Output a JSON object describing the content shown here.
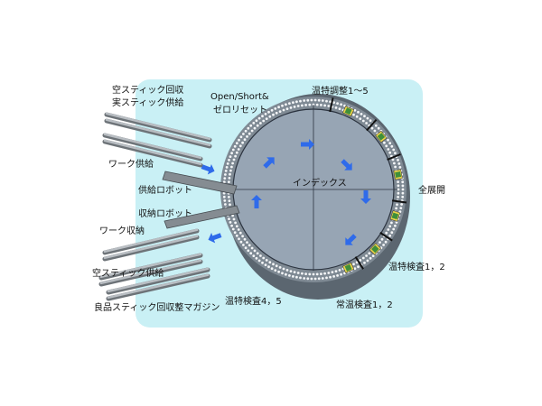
{
  "colors": {
    "panel": "#c9f0f5",
    "disk_outer": "#7f8a94",
    "disk_inner": "#97a5b4",
    "ring_dots": "#f4f6f8",
    "arrow": "#2f6bea",
    "stick_light": "#b9bec3",
    "stick_dark": "#6d7378",
    "station_green": "#3f8f3a",
    "station_yellow": "#e9d24a"
  },
  "labels": {
    "empty_stick_collect": "空スティック回収",
    "full_stick_supply": "実スティック供給",
    "open_short": "Open/Short&",
    "zero_reset": "ゼロリセット",
    "temp_adjust": "温特調整1～5",
    "work_supply": "ワーク供給",
    "supply_robot": "供給ロボット",
    "index": "インデックス",
    "all_open": "全展開",
    "collect_robot": "収納ロボット",
    "work_storage": "ワーク収納",
    "temp_inspect_12": "温特検査1，2",
    "empty_stick_supply": "空スティック供給",
    "temp_inspect_45": "温特検査4，5",
    "normal_inspect_12": "常温検査1，2",
    "good_stick_magazine": "良品スティック回収整マガジン"
  },
  "icons": {
    "rotation_arrow": "blue-arrow-icon",
    "stick": "stick-icon",
    "station": "test-station-icon"
  }
}
